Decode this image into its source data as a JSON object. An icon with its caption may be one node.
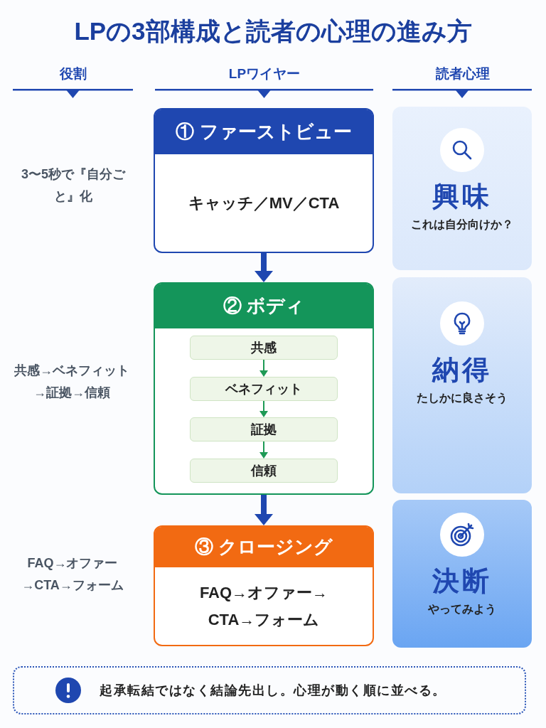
{
  "diagram": {
    "title": "LPの3部構成と読者の心理の進み方",
    "nodes": [
      {
        "text": [
          "① ファーストビュー",
          "キャッチ／MV／CTA"
        ]
      },
      {
        "text": [
          "② ボディ"
        ]
      },
      {
        "text": [
          "共感"
        ],
        "in": 1
      },
      {
        "text": [
          "ベネフィット"
        ],
        "in": 1
      },
      {
        "text": [
          "証拠"
        ],
        "in": 1
      },
      {
        "text": [
          "信頼"
        ],
        "in": 1
      },
      {
        "text": [
          "③ クロージング",
          "FAQ→オファー→CTA→フォーム"
        ]
      },
      {
        "text": [
          "興味",
          "これは自分向けか？"
        ]
      },
      {
        "text": [
          "納得",
          "たしかに良さそう"
        ]
      },
      {
        "text": [
          "決断",
          "やってみよう"
        ]
      },
      {
        "text": [
          "起承転結ではなく結論先出し。心理が動く順に並べる。"
        ]
      }
    ],
    "edges": [
      {
        "from": 0,
        "to": 1,
        "arrow": "to",
        "style": "thick",
        "color": "#1f47b0"
      },
      {
        "from": 2,
        "to": 3,
        "arrow": "to"
      },
      {
        "from": 3,
        "to": 4,
        "arrow": "to"
      },
      {
        "from": 4,
        "to": 5,
        "arrow": "to"
      },
      {
        "from": 1,
        "to": 6,
        "arrow": "to",
        "style": "thick",
        "color": "#1f47b0"
      }
    ],
    "labels": [
      "役割",
      "LPワイヤー",
      "読者心理",
      "3〜5秒で『自分ごと』化",
      "共感→ベネフィット→証拠→信頼",
      "FAQ→オファー→CTA→フォーム"
    ]
  }
}
